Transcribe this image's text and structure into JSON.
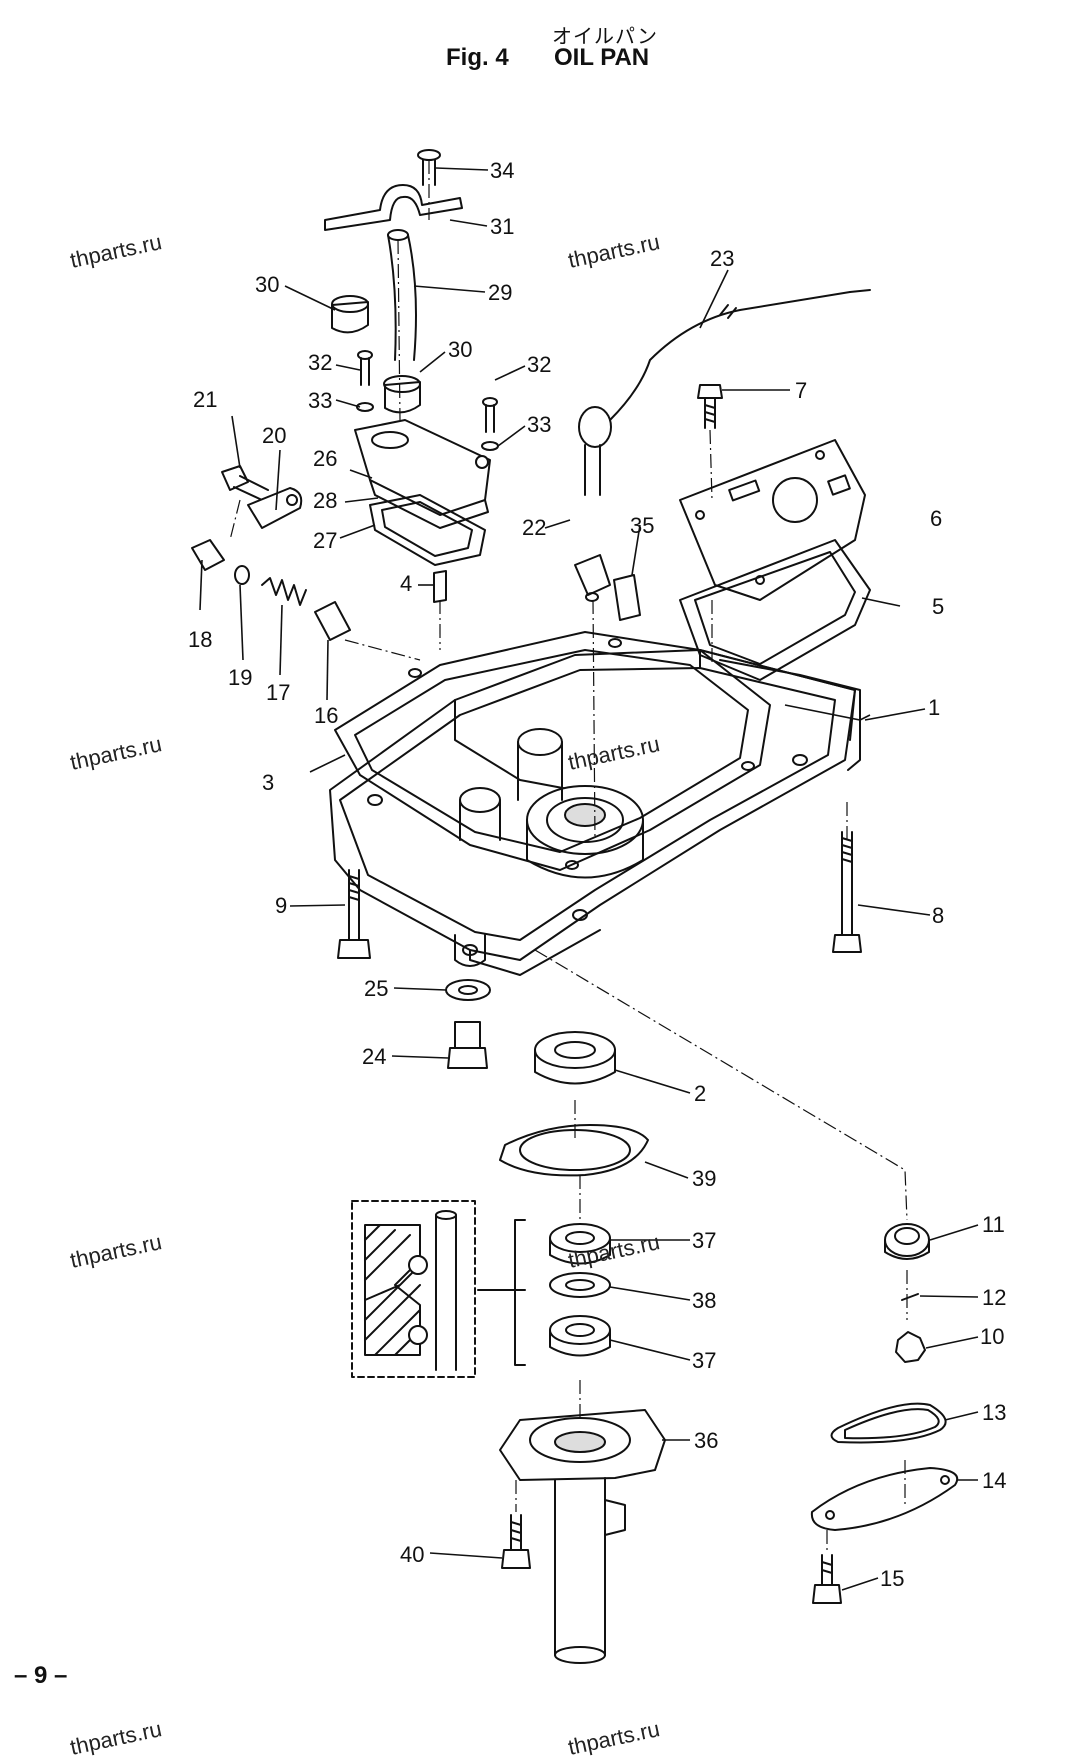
{
  "header": {
    "title_jp": "オイルパン",
    "fig_label": "Fig. 4",
    "fig_name": "OIL PAN"
  },
  "callouts": {
    "p1": "1",
    "p2": "2",
    "p3": "3",
    "p4": "4",
    "p5": "5",
    "p6": "6",
    "p7": "7",
    "p8": "8",
    "p9": "9",
    "p10": "10",
    "p11": "11",
    "p12": "12",
    "p13": "13",
    "p14": "14",
    "p15": "15",
    "p16": "16",
    "p17": "17",
    "p18": "18",
    "p19": "19",
    "p20": "20",
    "p21": "21",
    "p22": "22",
    "p23": "23",
    "p24": "24",
    "p25": "25",
    "p26": "26",
    "p27": "27",
    "p28": "28",
    "p29": "29",
    "p30a": "30",
    "p30b": "30",
    "p31": "31",
    "p32a": "32",
    "p32b": "32",
    "p33a": "33",
    "p33b": "33",
    "p34": "34",
    "p35": "35",
    "p36": "36",
    "p37a": "37",
    "p37b": "37",
    "p38": "38",
    "p39": "39",
    "p40": "40"
  },
  "watermark": "thparts.ru",
  "page_number": "– 9 –"
}
